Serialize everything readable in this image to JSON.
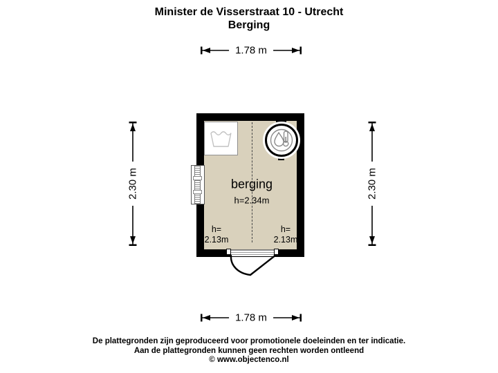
{
  "header": {
    "title_line1": "Minister de Visserstraat 10 - Utrecht",
    "title_line2": "Berging"
  },
  "dimensions": {
    "top": "1.78 m",
    "bottom": "1.78 m",
    "left": "2.30 m",
    "right": "2.30 m"
  },
  "room": {
    "name": "berging",
    "ceiling_height": "h=2.34m",
    "height_marks": [
      {
        "label": "h=",
        "value": "2.13m",
        "position": "bottom-left"
      },
      {
        "label": "h=",
        "value": "2.13m",
        "position": "bottom-right"
      }
    ],
    "fixtures": [
      {
        "name": "washing-machine",
        "icon": "laundry-tub-icon"
      },
      {
        "name": "boiler",
        "icon": "thermometer-drop-icon"
      }
    ],
    "openings": [
      {
        "type": "window",
        "wall": "left"
      },
      {
        "type": "door",
        "wall": "bottom",
        "swing": "outward"
      }
    ]
  },
  "colors": {
    "floor": "#d9d1bc",
    "wall": "#000000"
  },
  "footer": {
    "line1": "De plattegronden zijn geproduceerd voor promotionele doeleinden en ter indicatie.",
    "line2": "Aan de plattegronden kunnen geen rechten worden ontleend",
    "line3": "© www.objectenco.nl"
  }
}
